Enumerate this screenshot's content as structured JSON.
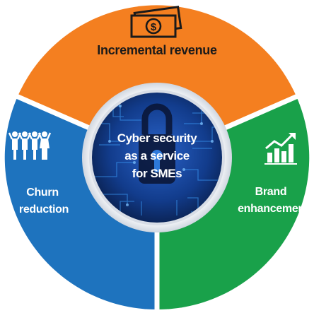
{
  "diagram": {
    "center": {
      "lines": [
        "Cyber security",
        "as a service",
        "for SMEs"
      ]
    },
    "segments": [
      {
        "id": "top",
        "label_lines": [
          "Incremental revenue"
        ],
        "color": "#F47F20",
        "icon": "money-bill-icon"
      },
      {
        "id": "right",
        "label_lines": [
          "Brand",
          "enhancement"
        ],
        "color": "#19A14A",
        "icon": "growth-chart-icon"
      },
      {
        "id": "left",
        "label_lines": [
          "Churn",
          "reduction"
        ],
        "color": "#1E73BE",
        "icon": "people-cheering-icon"
      }
    ],
    "colors": {
      "center_dark": "#0A1B4A",
      "center_mid": "#123C8C",
      "center_glow": "#3FA0FF",
      "segment_text": "#ffffff",
      "top_text": "#1a1a1a"
    }
  }
}
